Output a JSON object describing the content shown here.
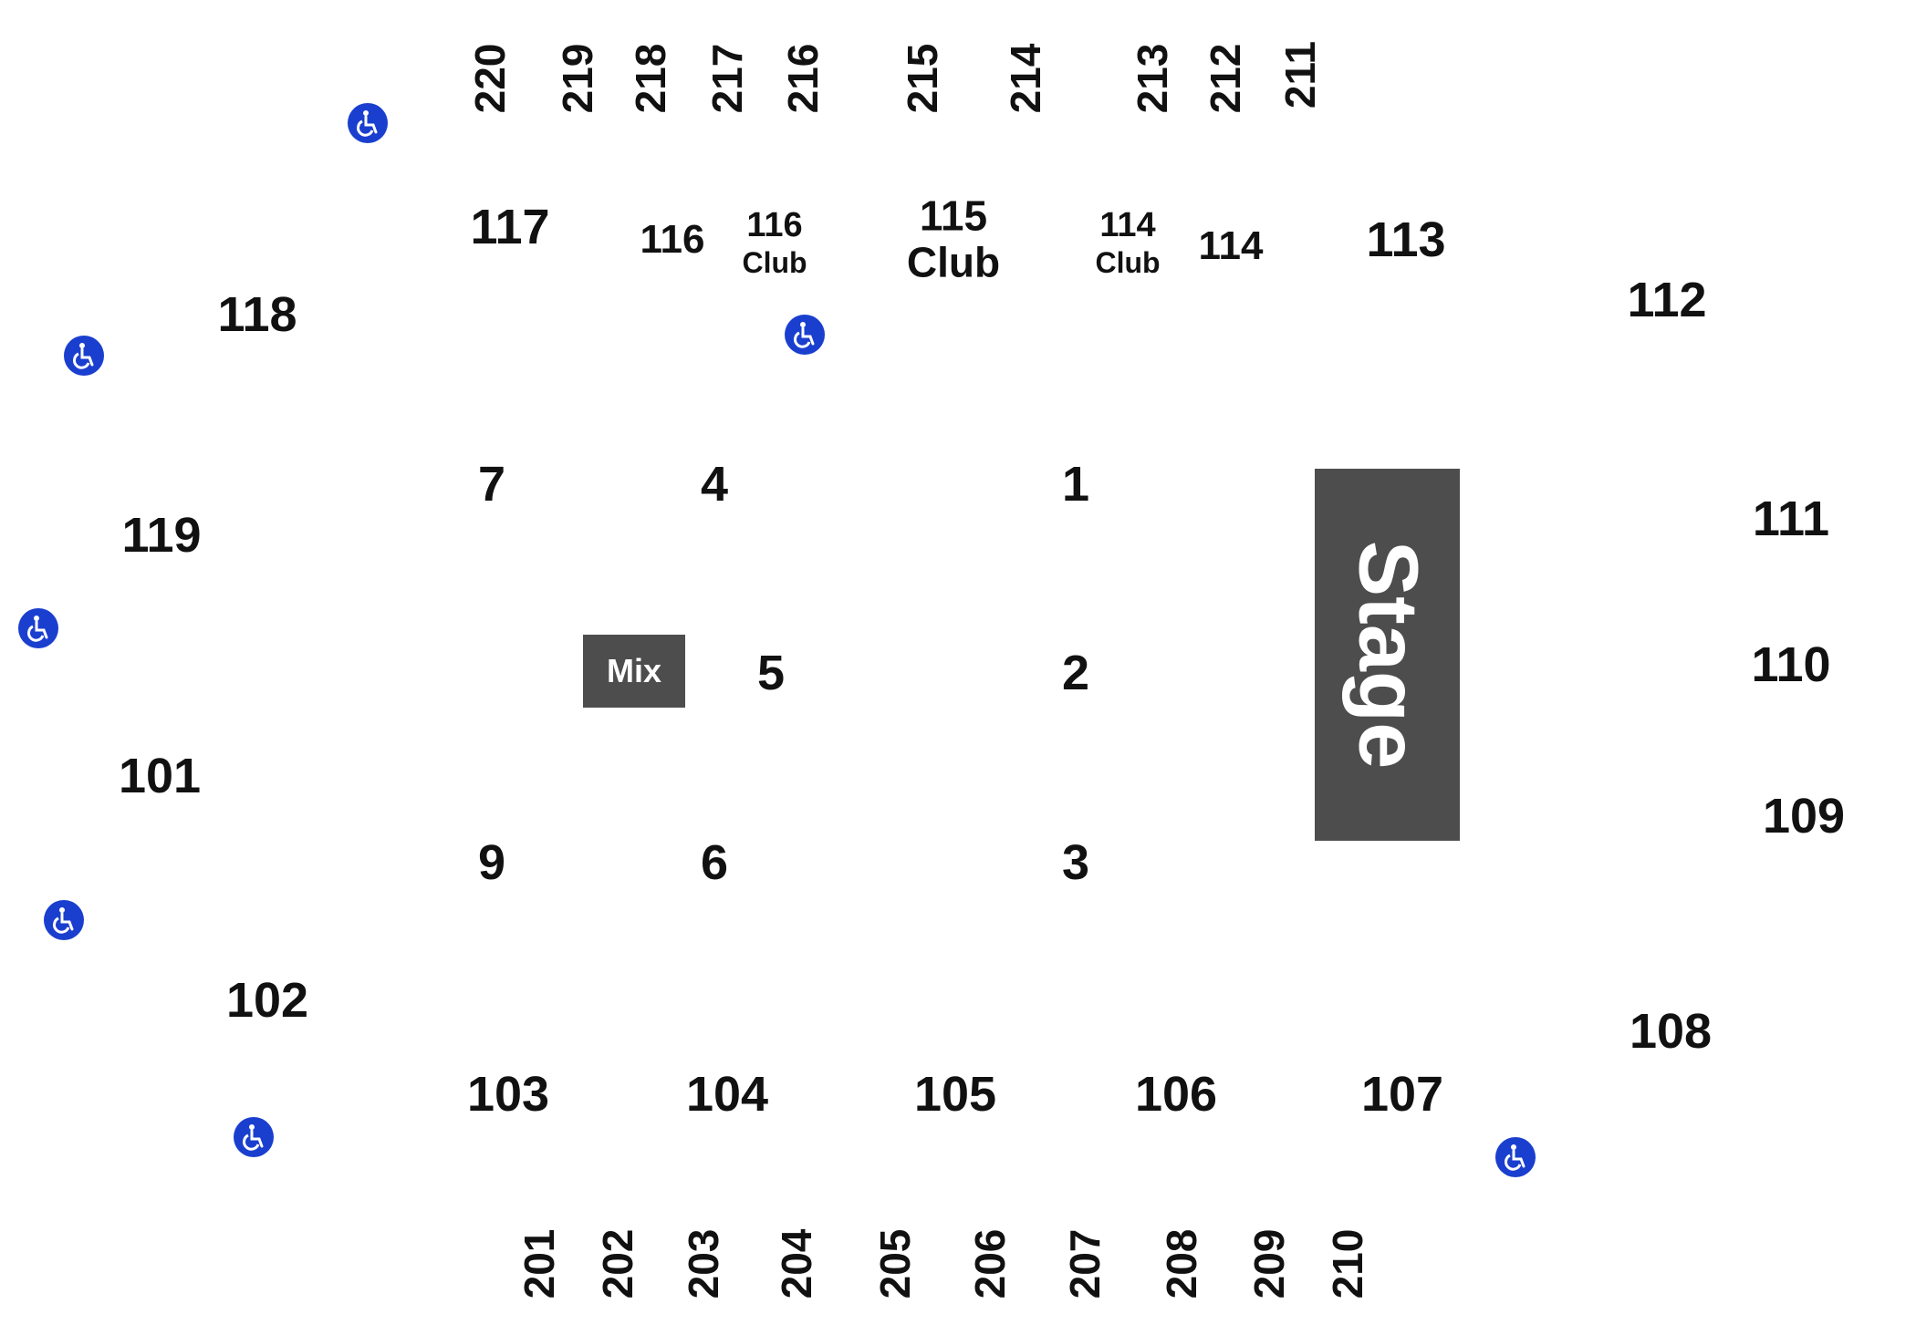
{
  "accent_colors": {
    "stage": "#4d4d4d",
    "accessible": "#1a3fcf"
  },
  "stage": {
    "label": "Stage"
  },
  "mix": {
    "label": "Mix"
  },
  "floor": {
    "s1": "1",
    "s2": "2",
    "s3": "3",
    "s4": "4",
    "s5": "5",
    "s6": "6",
    "s7": "7",
    "s9": "9"
  },
  "lower": {
    "s101": "101",
    "s102": "102",
    "s103": "103",
    "s104": "104",
    "s105": "105",
    "s106": "106",
    "s107": "107",
    "s108": "108",
    "s109": "109",
    "s110": "110",
    "s111": "111",
    "s112": "112",
    "s113": "113",
    "s114": "114",
    "s116": "116",
    "s117": "117",
    "s118": "118",
    "s119": "119"
  },
  "club": {
    "c116_num": "116",
    "c116_club": "Club",
    "c115_num": "115",
    "c115_club": "Club",
    "c114_num": "114",
    "c114_club": "Club"
  },
  "upper_top": [
    "220",
    "219",
    "218",
    "217",
    "216",
    "215",
    "214",
    "213",
    "212",
    "211"
  ],
  "upper_bottom": [
    "201",
    "202",
    "203",
    "204",
    "205",
    "206",
    "207",
    "208",
    "209",
    "210"
  ],
  "icons": {
    "accessible": "wheelchair-icon"
  }
}
